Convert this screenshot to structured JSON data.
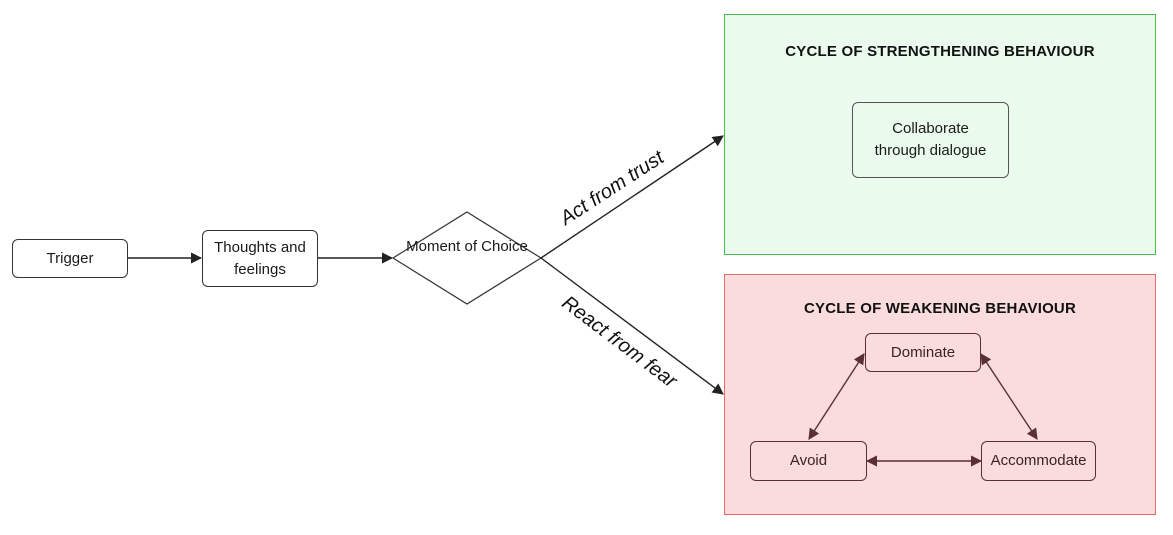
{
  "nodes": {
    "trigger": "Trigger",
    "thoughts": "Thoughts and feelings",
    "moment": "Moment of Choice",
    "collaborate": "Collaborate through dialogue",
    "dominate": "Dominate",
    "avoid": "Avoid",
    "accommodate": "Accommodate"
  },
  "panels": {
    "strengthening_title": "CYCLE OF STRENGTHENING BEHAVIOUR",
    "weakening_title": "CYCLE OF WEAKENING BEHAVIOUR"
  },
  "edges": {
    "trust_label": "Act from trust",
    "fear_label": "React from fear"
  },
  "colors": {
    "green_border": "#4cbb58",
    "green_fill": "#eafbee",
    "red_border": "#e86b6b",
    "red_fill": "#fbdcdd",
    "red_arrow": "#5a2f35"
  }
}
